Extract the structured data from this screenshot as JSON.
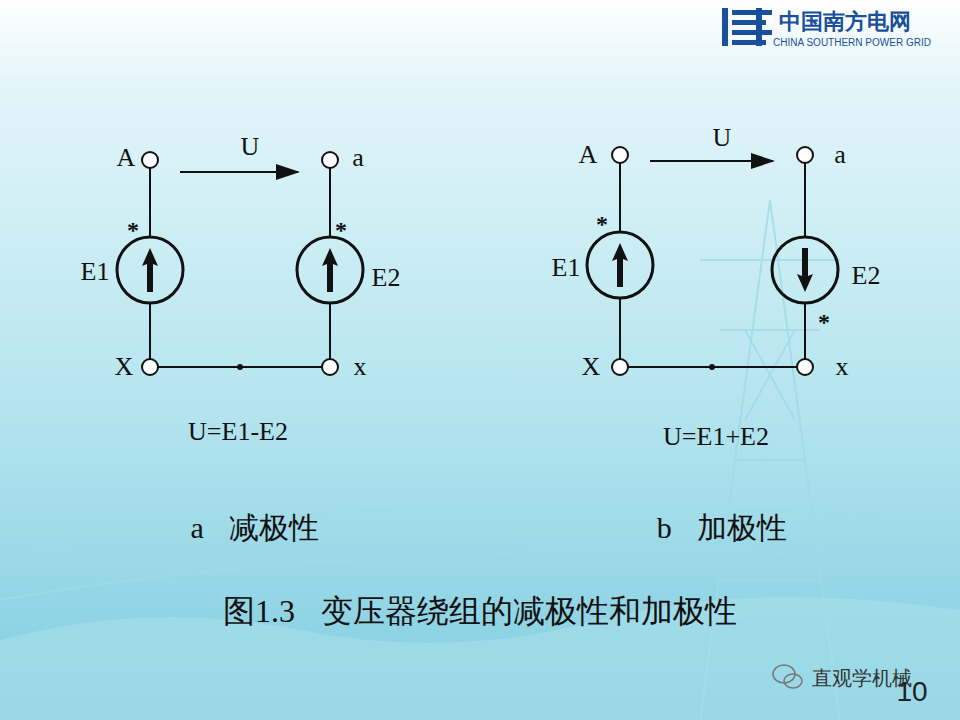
{
  "diagram": {
    "caption": "图1.3 变压器绕组的减极性和加极性",
    "labels": [
      "中国南方电网",
      "CHINA SOUTHERN POWER GRID",
      "A",
      "U",
      "a",
      "*",
      "E1",
      "*",
      "E2",
      "X",
      "x",
      "U=E1-E2",
      "A",
      "U",
      "a",
      "*",
      "E1",
      "E2",
      "*",
      "X",
      "x",
      "U=E1+E2",
      "a 减极性",
      "b 加极性",
      "直观学机械",
      "10"
    ]
  }
}
